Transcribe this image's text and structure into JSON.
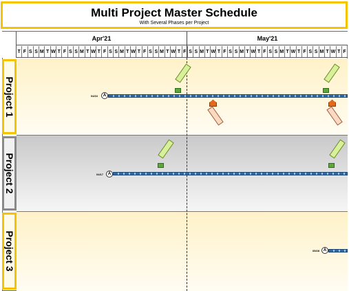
{
  "header": {
    "title": "Multi Project Master Schedule",
    "subtitle": "With Several Phases per Project"
  },
  "timeline": {
    "months": [
      "Apr'21",
      "May'21"
    ],
    "days": [
      "T",
      "F",
      "S",
      "S",
      "M",
      "T",
      "W",
      "T",
      "F",
      "S",
      "S",
      "M",
      "T",
      "W",
      "T",
      "F",
      "S",
      "S",
      "M",
      "T",
      "W",
      "T",
      "F",
      "S",
      "S",
      "M",
      "T",
      "W",
      "T",
      "F",
      "S",
      "S",
      "M",
      "T",
      "W",
      "T",
      "F",
      "S",
      "S",
      "M",
      "T",
      "W",
      "T",
      "F",
      "S",
      "S",
      "M",
      "T",
      "W",
      "T",
      "F",
      "S",
      "S",
      "M",
      "T",
      "W",
      "T",
      "F"
    ]
  },
  "projects": [
    {
      "label": "Project 1",
      "start_date": "04/16",
      "start_icon": "A"
    },
    {
      "label": "Project 2",
      "start_date": "04/17",
      "start_icon": "A"
    },
    {
      "label": "Project 3",
      "start_date": "05/28",
      "start_icon": "A"
    }
  ],
  "colors": {
    "border_accent": "#f5c400",
    "bar": "#2f6aa3",
    "milestone_green": "#5ca83a",
    "milestone_orange": "#e06a1a",
    "lane_yellow": "#fff6d8",
    "lane_grey": "#d8d8d8"
  },
  "icons": {
    "start": "circle-a-icon",
    "milestone_green": "green-flag-icon",
    "milestone_orange": "orange-pentagon-icon"
  }
}
